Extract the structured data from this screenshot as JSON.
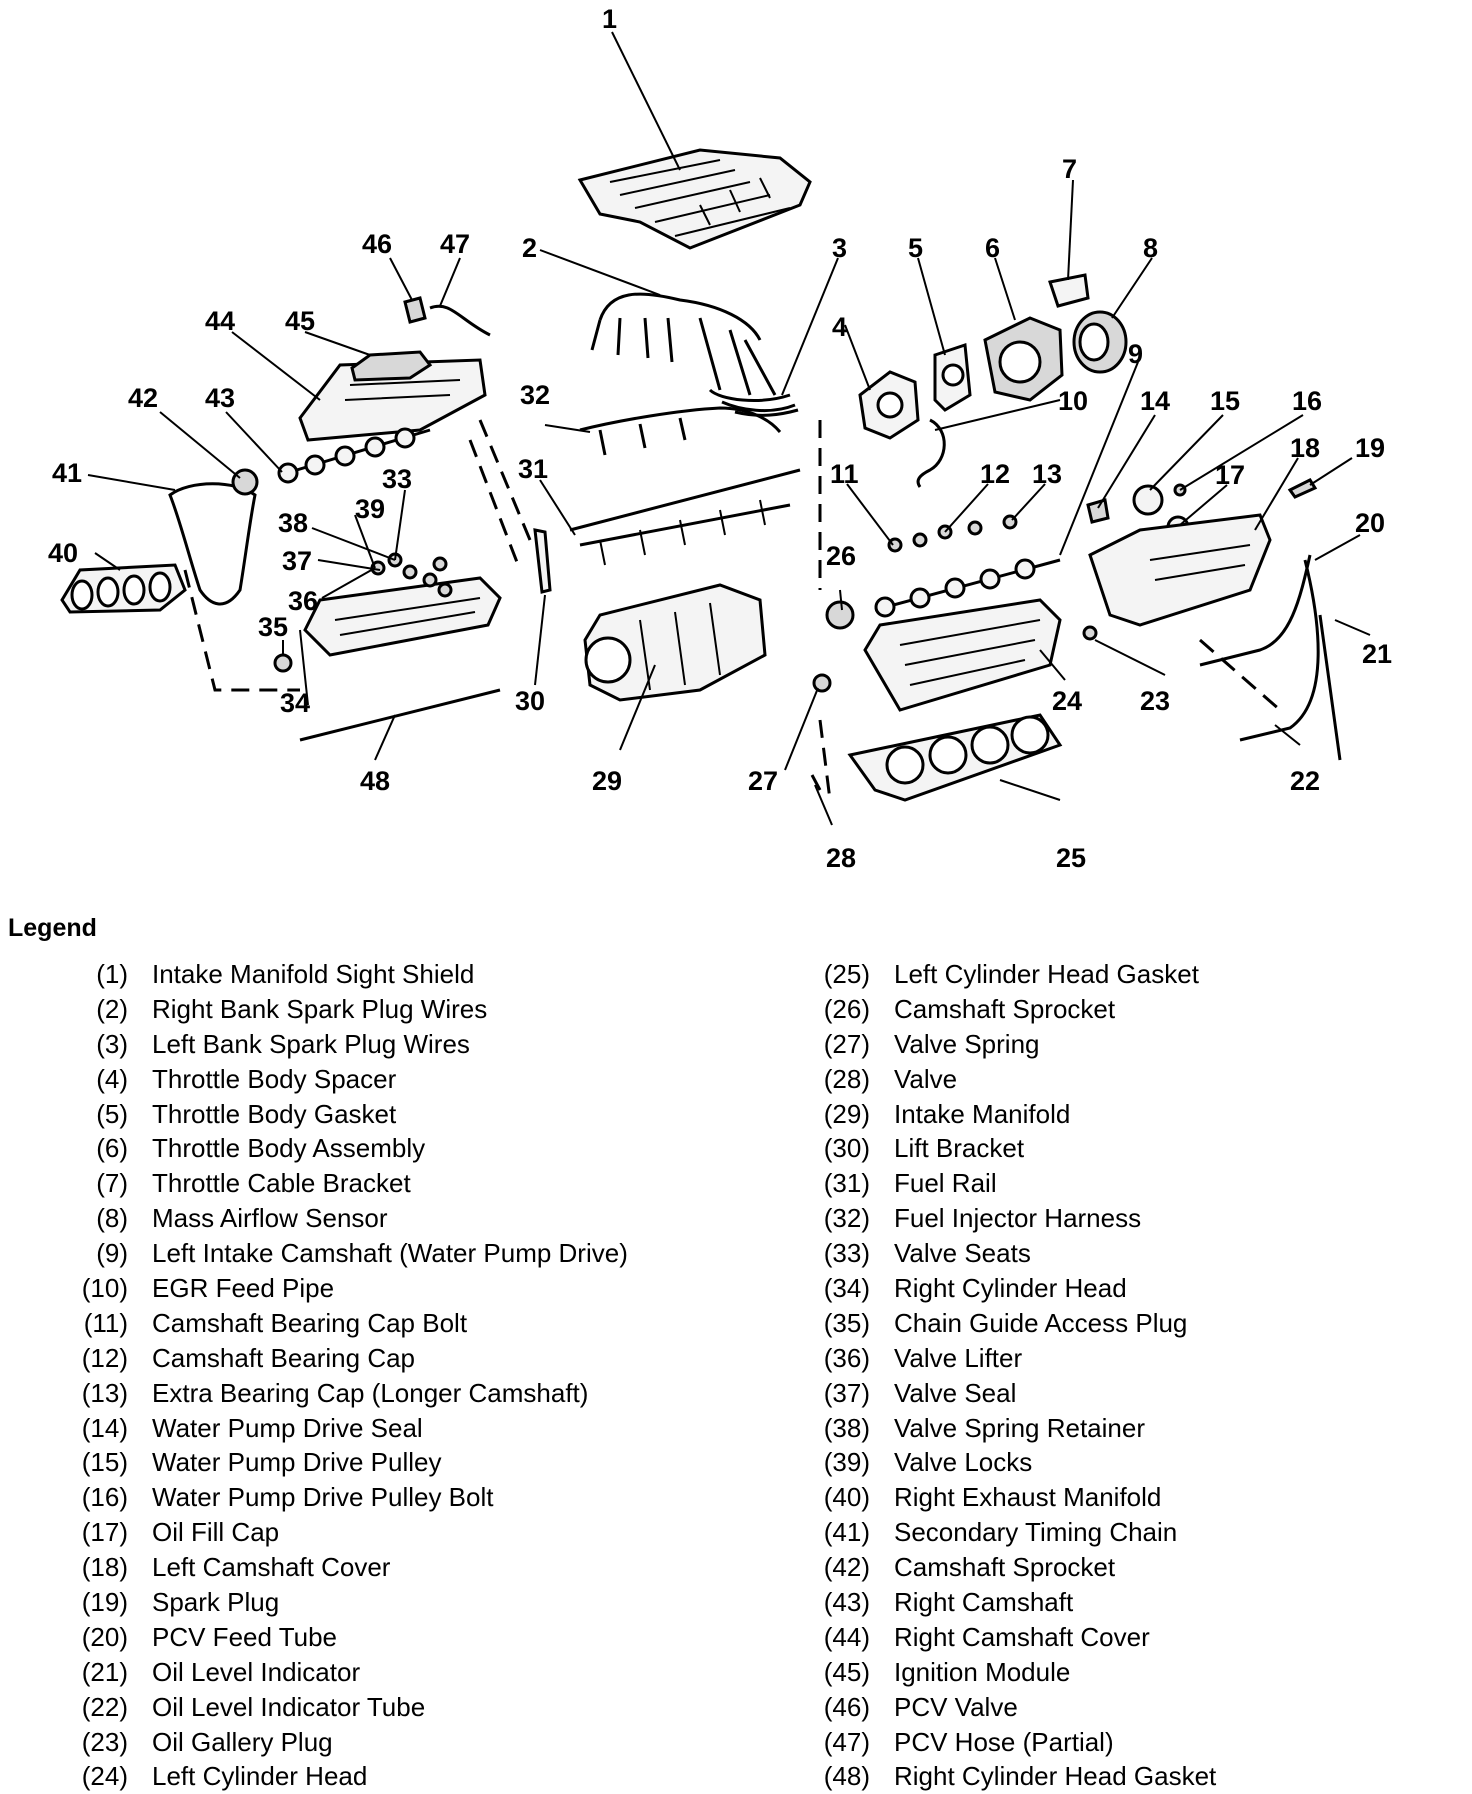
{
  "diagram": {
    "callouts": [
      "1",
      "2",
      "3",
      "4",
      "5",
      "6",
      "7",
      "8",
      "9",
      "10",
      "11",
      "12",
      "13",
      "14",
      "15",
      "16",
      "17",
      "18",
      "19",
      "20",
      "21",
      "22",
      "23",
      "24",
      "25",
      "26",
      "27",
      "28",
      "29",
      "30",
      "31",
      "32",
      "33",
      "34",
      "35",
      "36",
      "37",
      "38",
      "39",
      "40",
      "41",
      "42",
      "43",
      "44",
      "45",
      "46",
      "47",
      "48"
    ]
  },
  "legend": {
    "title": "Legend",
    "left": [
      {
        "num": "(1)",
        "label": "Intake Manifold Sight Shield"
      },
      {
        "num": "(2)",
        "label": "Right Bank Spark Plug Wires"
      },
      {
        "num": "(3)",
        "label": "Left Bank Spark Plug Wires"
      },
      {
        "num": "(4)",
        "label": "Throttle Body Spacer"
      },
      {
        "num": "(5)",
        "label": "Throttle Body Gasket"
      },
      {
        "num": "(6)",
        "label": "Throttle Body Assembly"
      },
      {
        "num": "(7)",
        "label": "Throttle Cable Bracket"
      },
      {
        "num": "(8)",
        "label": "Mass Airflow Sensor"
      },
      {
        "num": "(9)",
        "label": "Left Intake Camshaft (Water Pump Drive)"
      },
      {
        "num": "(10)",
        "label": "EGR Feed Pipe"
      },
      {
        "num": "(11)",
        "label": "Camshaft Bearing Cap Bolt"
      },
      {
        "num": "(12)",
        "label": "Camshaft Bearing Cap"
      },
      {
        "num": "(13)",
        "label": "Extra Bearing Cap (Longer Camshaft)"
      },
      {
        "num": "(14)",
        "label": "Water Pump Drive Seal"
      },
      {
        "num": "(15)",
        "label": "Water Pump Drive Pulley"
      },
      {
        "num": "(16)",
        "label": "Water Pump Drive Pulley Bolt"
      },
      {
        "num": "(17)",
        "label": "Oil Fill Cap"
      },
      {
        "num": "(18)",
        "label": "Left Camshaft Cover"
      },
      {
        "num": "(19)",
        "label": "Spark Plug"
      },
      {
        "num": "(20)",
        "label": "PCV Feed Tube"
      },
      {
        "num": "(21)",
        "label": "Oil Level Indicator"
      },
      {
        "num": "(22)",
        "label": "Oil Level Indicator Tube"
      },
      {
        "num": "(23)",
        "label": "Oil Gallery Plug"
      },
      {
        "num": "(24)",
        "label": "Left Cylinder Head"
      }
    ],
    "right": [
      {
        "num": "(25)",
        "label": "Left Cylinder Head Gasket"
      },
      {
        "num": "(26)",
        "label": "Camshaft Sprocket"
      },
      {
        "num": "(27)",
        "label": "Valve Spring"
      },
      {
        "num": "(28)",
        "label": "Valve"
      },
      {
        "num": "(29)",
        "label": "Intake Manifold"
      },
      {
        "num": "(30)",
        "label": "Lift Bracket"
      },
      {
        "num": "(31)",
        "label": "Fuel Rail"
      },
      {
        "num": "(32)",
        "label": "Fuel Injector Harness"
      },
      {
        "num": "(33)",
        "label": "Valve Seats"
      },
      {
        "num": "(34)",
        "label": "Right Cylinder Head"
      },
      {
        "num": "(35)",
        "label": "Chain Guide Access Plug"
      },
      {
        "num": "(36)",
        "label": "Valve Lifter"
      },
      {
        "num": "(37)",
        "label": "Valve Seal"
      },
      {
        "num": "(38)",
        "label": "Valve Spring Retainer"
      },
      {
        "num": "(39)",
        "label": "Valve Locks"
      },
      {
        "num": "(40)",
        "label": "Right Exhaust Manifold"
      },
      {
        "num": "(41)",
        "label": "Secondary Timing Chain"
      },
      {
        "num": "(42)",
        "label": "Camshaft Sprocket"
      },
      {
        "num": "(43)",
        "label": "Right Camshaft"
      },
      {
        "num": "(44)",
        "label": "Right Camshaft Cover"
      },
      {
        "num": "(45)",
        "label": "Ignition Module"
      },
      {
        "num": "(46)",
        "label": "PCV Valve"
      },
      {
        "num": "(47)",
        "label": "PCV Hose (Partial)"
      },
      {
        "num": "(48)",
        "label": "Right Cylinder Head Gasket"
      }
    ]
  }
}
